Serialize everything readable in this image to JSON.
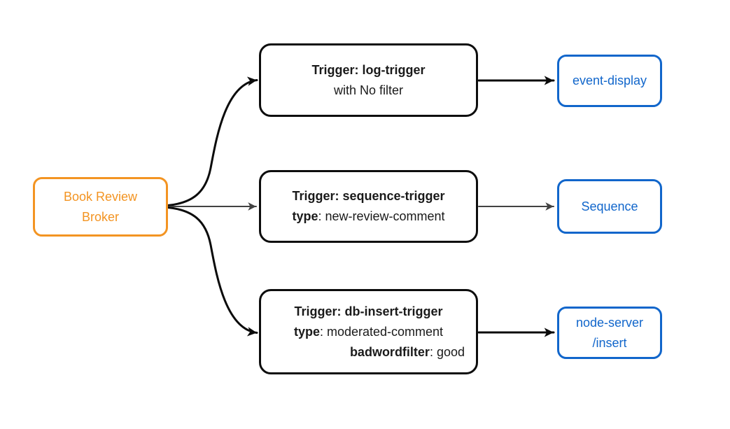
{
  "colors": {
    "background": "#ffffff",
    "broker_accent": "#f39422",
    "trigger_border": "#0d0d0d",
    "trigger_text": "#1a1a1a",
    "sink_accent": "#1166cb",
    "edge_primary": "#0b0b0b",
    "edge_secondary": "#424242"
  },
  "nodes": {
    "broker": {
      "line1": "Book Review",
      "line2": "Broker"
    },
    "trigger_log": {
      "title": "Trigger: log-trigger",
      "subtitle": "with No filter"
    },
    "trigger_sequence": {
      "title": "Trigger: sequence-trigger",
      "attr1_key": "type",
      "attr1_value": ": new-review-comment"
    },
    "trigger_db_insert": {
      "title": "Trigger: db-insert-trigger",
      "attr1_key": "type",
      "attr1_value": ": moderated-comment",
      "attr2_key": "badwordfilter",
      "attr2_value": ": good"
    },
    "sink_event_display": {
      "label": "event-display"
    },
    "sink_sequence": {
      "label": "Sequence"
    },
    "sink_node_server": {
      "line1": "node-server",
      "line2": "/insert"
    }
  },
  "edges": [
    {
      "from": "broker",
      "to": "trigger_log",
      "style": "primary"
    },
    {
      "from": "broker",
      "to": "trigger_sequence",
      "style": "secondary"
    },
    {
      "from": "broker",
      "to": "trigger_db_insert",
      "style": "primary"
    },
    {
      "from": "trigger_log",
      "to": "sink_event_display",
      "style": "primary"
    },
    {
      "from": "trigger_sequence",
      "to": "sink_sequence",
      "style": "secondary"
    },
    {
      "from": "trigger_db_insert",
      "to": "sink_node_server",
      "style": "primary"
    }
  ]
}
